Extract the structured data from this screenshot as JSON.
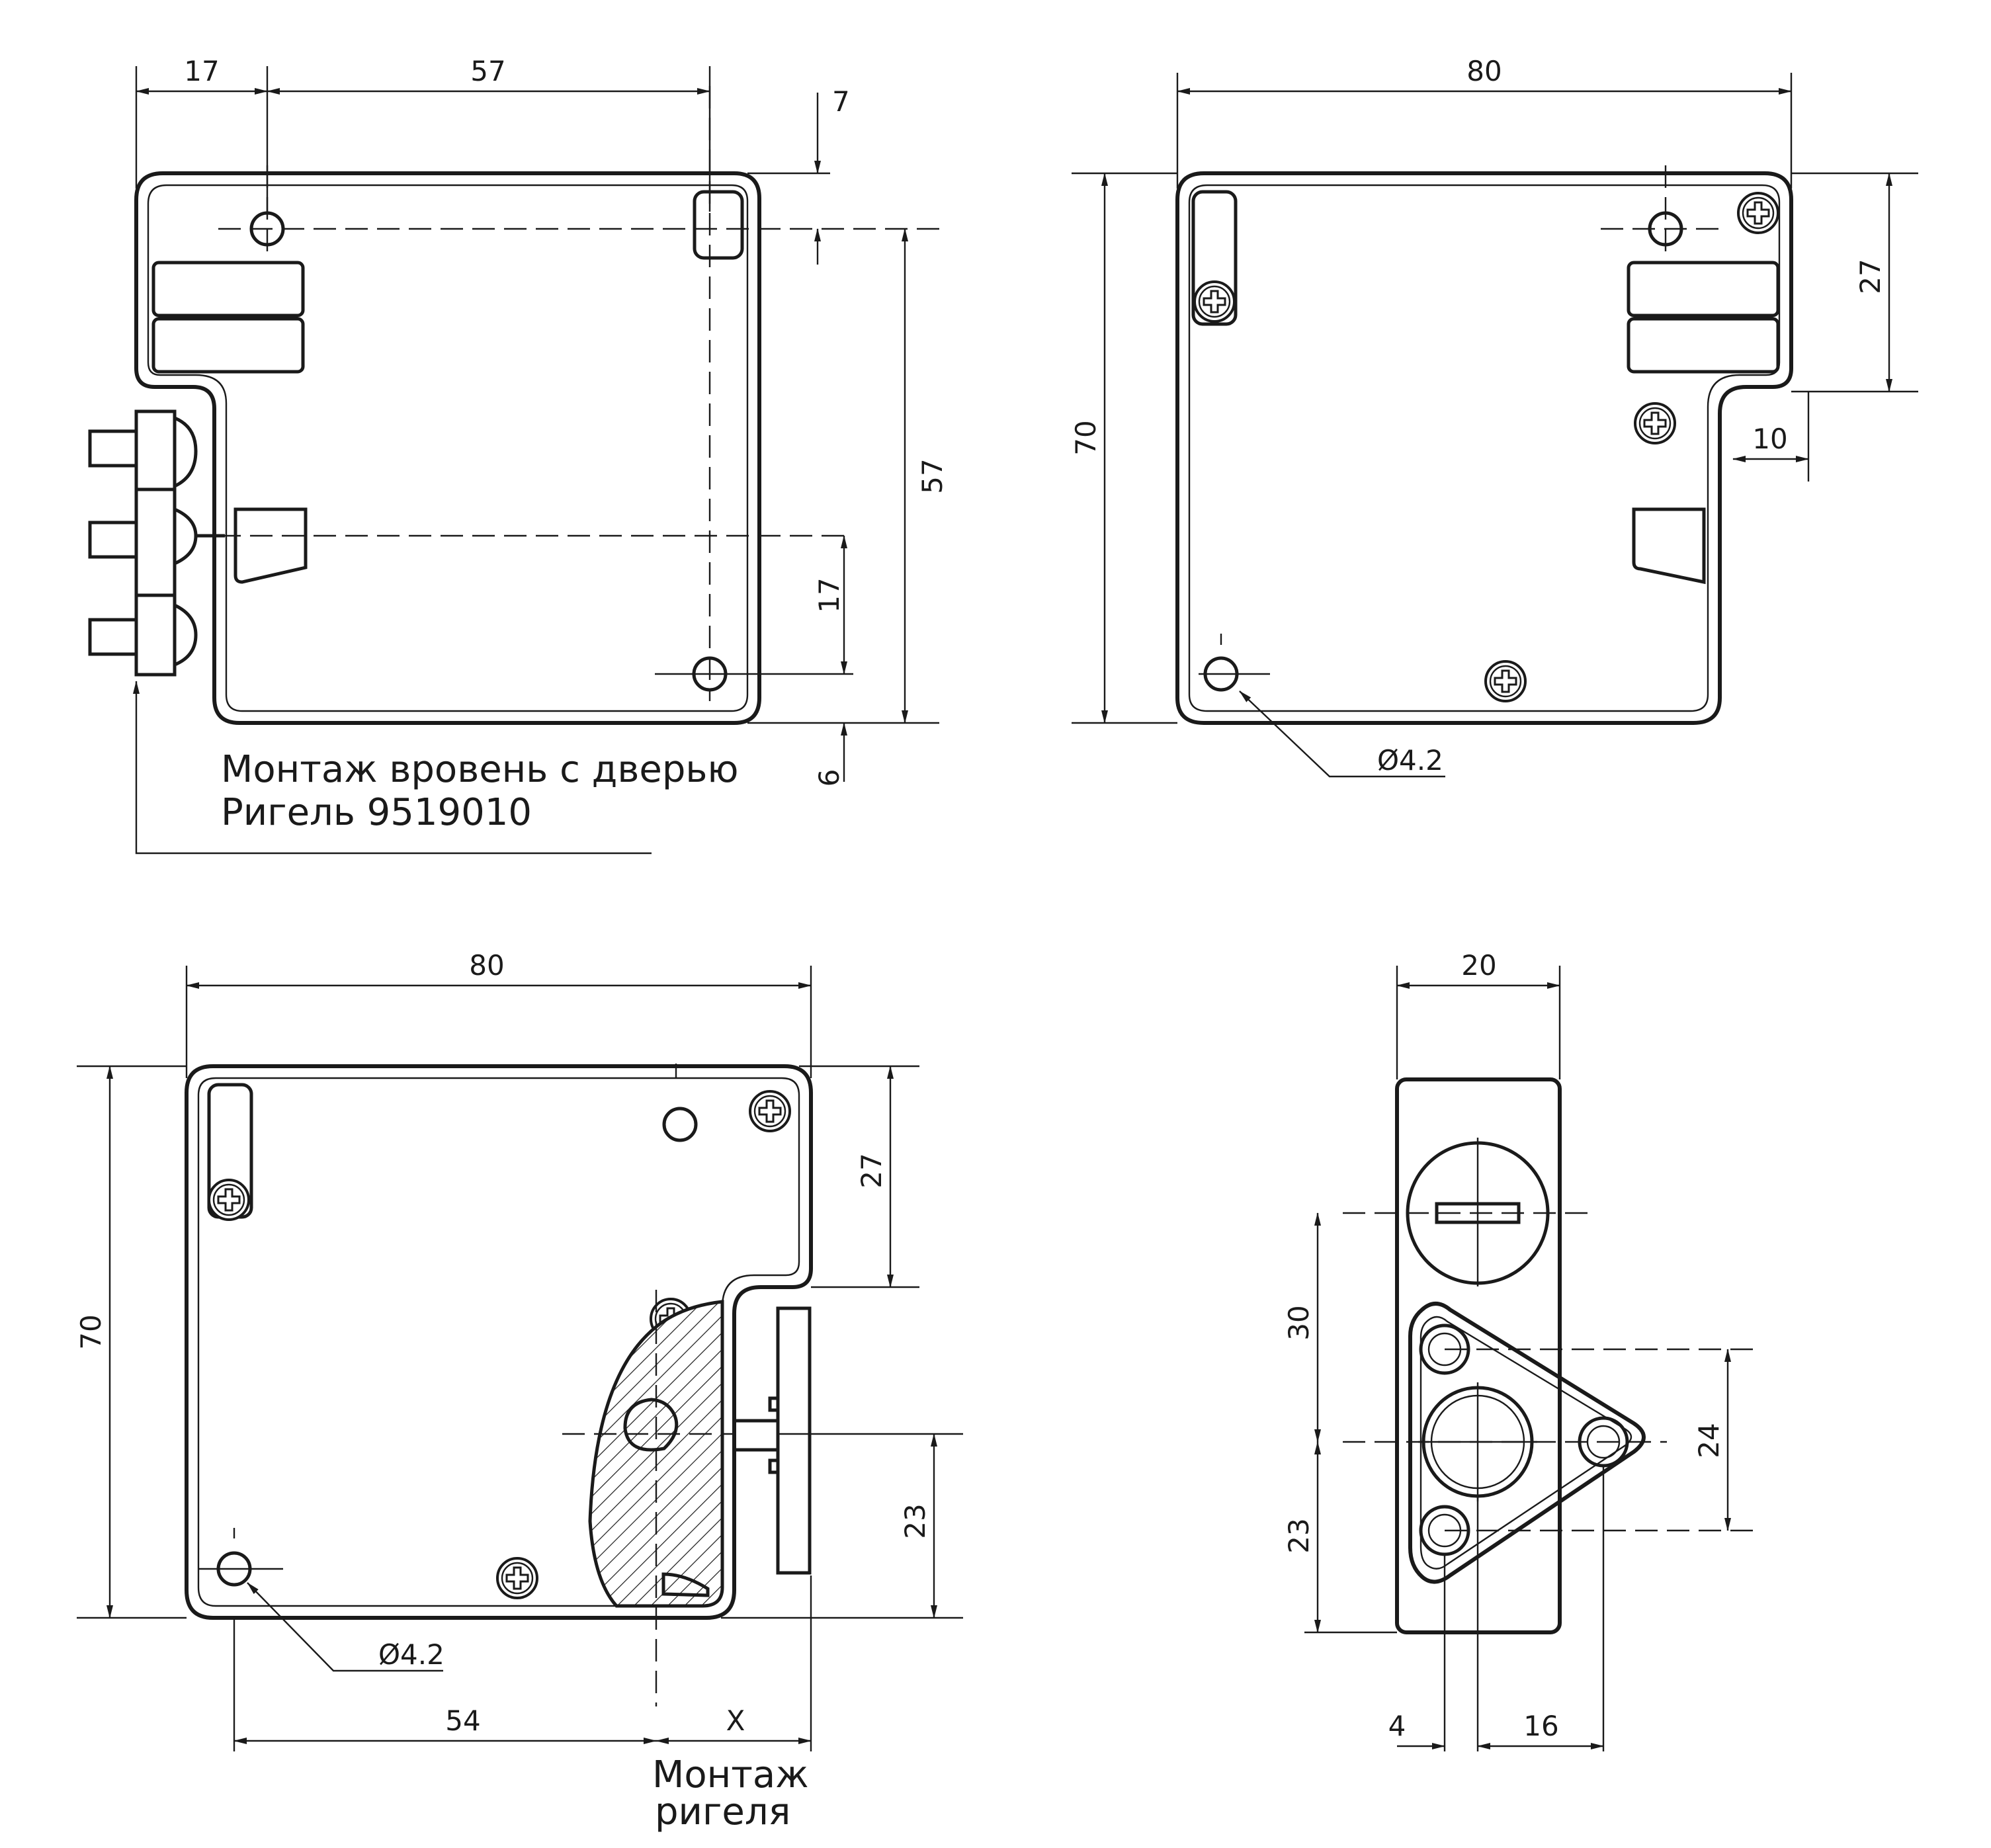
{
  "view_top_left": {
    "dims": {
      "d17_top": "17",
      "d57_top": "57",
      "d7": "7",
      "d57_right": "57",
      "d17_right": "17",
      "d6": "6"
    },
    "note_line1": "Монтаж вровень с дверью",
    "note_line2": "Ригель 9519010"
  },
  "view_top_right": {
    "dims": {
      "d80": "80",
      "d70": "70",
      "d27": "27",
      "d10": "10",
      "hole": "Ø4.2"
    }
  },
  "view_bottom_left": {
    "dims": {
      "d80": "80",
      "d70": "70",
      "d27": "27",
      "d23": "23",
      "hole": "Ø4.2",
      "d54": "54",
      "dx": "X"
    },
    "note_line1": "Монтаж",
    "note_line2": "ригеля"
  },
  "view_bottom_right": {
    "dims": {
      "d20": "20",
      "d30": "30",
      "d23": "23",
      "d24": "24",
      "d4": "4",
      "d16": "16"
    }
  }
}
